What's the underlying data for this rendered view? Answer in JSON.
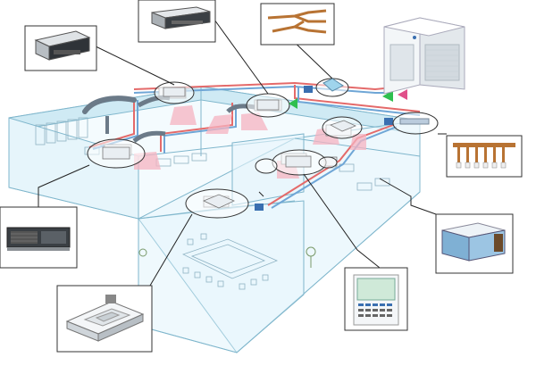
{
  "diagram": {
    "components": [
      {
        "name": "ceiling-concealed-duct-unit",
        "callout": "top-left"
      },
      {
        "name": "slim-duct-unit",
        "callout": "top-center"
      },
      {
        "name": "refnet-joint-piping",
        "callout": "top-right-pipe"
      },
      {
        "name": "outdoor-vrf-unit",
        "callout": "top-right"
      },
      {
        "name": "refnet-header-piping",
        "callout": "right"
      },
      {
        "name": "high-static-duct-unit",
        "callout": "right-lower"
      },
      {
        "name": "wired-controller",
        "callout": "bottom-right"
      },
      {
        "name": "cassette-unit",
        "callout": "bottom-center"
      },
      {
        "name": "floor-standing-duct-unit",
        "callout": "left"
      }
    ],
    "colors": {
      "hot_pipe": "#e46a6a",
      "cold_pipe": "#6fa6d6",
      "wall": "#e6f5fb",
      "airflow": "#f6b3c0",
      "valve_green": "#2fbf4f"
    }
  }
}
